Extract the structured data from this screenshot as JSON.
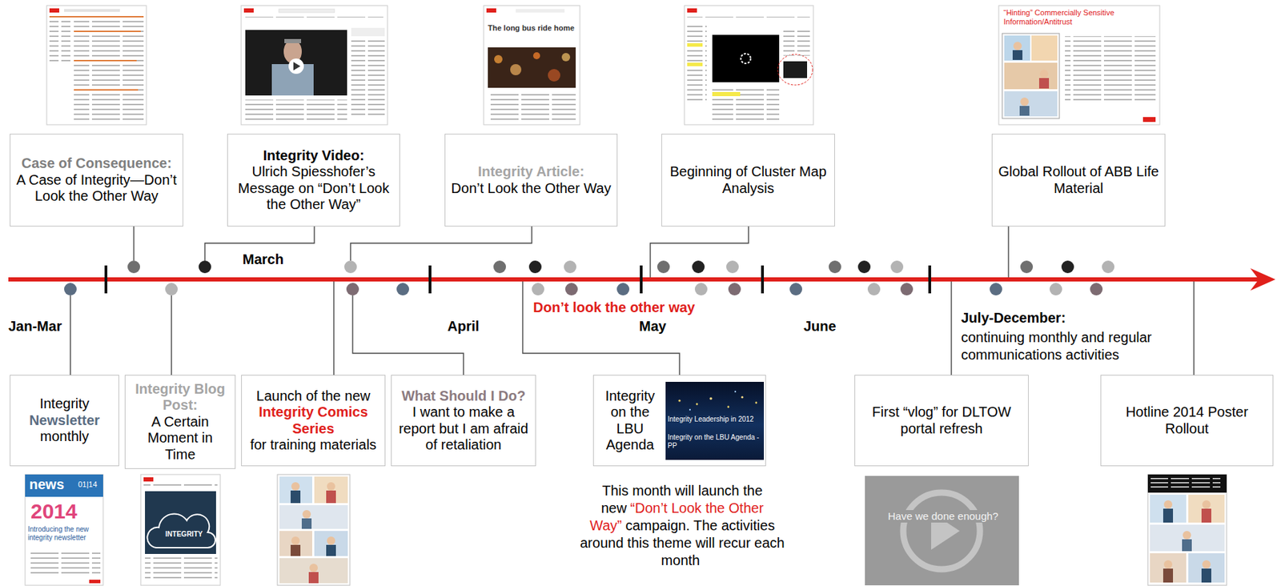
{
  "diagram": {
    "nodes": [
      {
        "text": [
          "Case of Consequence:",
          "A Case of Integrity—Don’t Look the Other Way"
        ]
      },
      {
        "text": [
          "Integrity Video:",
          "Ulrich Spiesshofer’s Message on “Don’t Look the Other Way”"
        ]
      },
      {
        "text": [
          "Integrity Article:",
          "Don’t Look the Other Way"
        ]
      },
      {
        "text": [
          "Beginning of Cluster Map Analysis"
        ]
      },
      {
        "text": [
          "Global Rollout of ABB Life Material"
        ]
      },
      {
        "text": [
          "Integrity",
          "Newsletter",
          "monthly"
        ]
      },
      {
        "text": [
          "Integrity Blog Post:",
          "A Certain Moment in Time"
        ]
      },
      {
        "text": [
          "Launch of the new",
          "Integrity Comics Series",
          "for training materials"
        ]
      },
      {
        "text": [
          "What Should I Do?",
          "I want to make a report but I am afraid of retaliation"
        ]
      },
      {
        "text": [
          "Integrity on the LBU Agenda"
        ]
      },
      {
        "text": [
          "First “vlog” for DLTOW portal refresh"
        ]
      },
      {
        "text": [
          "Hotline 2014 Poster Rollout"
        ]
      }
    ],
    "labels": [
      "March",
      "Jan-Mar",
      "April",
      "Don’t look the other way",
      "May",
      "June",
      "July-December:",
      "continuing monthly and regular communications activities",
      "This month will launch the new",
      "“Don’t Look the Other Way”",
      "campaign. The activities around this theme will recur each month",
      "The long bus ride home",
      "“Hinting” Commercially Sensitive Information/Antitrust",
      "news",
      "01|14",
      "2014",
      "Introducing the new integrity newsletter",
      "INTEGRITY",
      "Integrity Leadership in 2012",
      "Integrity on the LBU Agenda - PP",
      "Have we done enough?"
    ]
  }
}
